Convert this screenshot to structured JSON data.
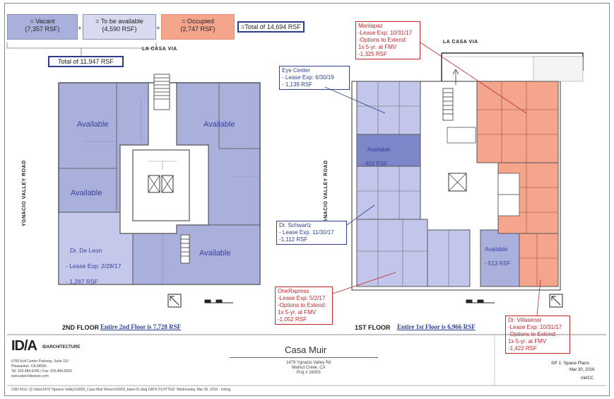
{
  "legend": {
    "vacant": {
      "line1": "= Vacant",
      "line2": "(7,357 RSF)",
      "color": "#aab0dc"
    },
    "to_be_available": {
      "line1": "= To be available",
      "line2": "(4,590 RSF)",
      "color": "#d8dbf0"
    },
    "occupied": {
      "line1": "= Occupied",
      "line2": "(2,747 RSF)",
      "color": "#f4a58c"
    },
    "plus1": "+",
    "plus2": "+",
    "equals_total": "=Total of 14,694 RSF",
    "subtotal": "Total of 11,947 RSF"
  },
  "streets": {
    "top_left": "LA CASA VIA",
    "top_right": "LA CASA VIA",
    "side_left": "YGNACIO VALLEY ROAD",
    "side_right": "YGNACIO VALLEY ROAD"
  },
  "second_floor": {
    "labels": {
      "available_1": "Available",
      "available_2": "Available",
      "available_3": "Available",
      "available_4": "Available"
    },
    "tenant": {
      "name": "Dr. De Leon",
      "lease": "- Lease Exp: 2/28/17",
      "rsf": "- 1,287 RSF"
    },
    "title": "2ND FLOOR",
    "subtitle": "Entire 2nd Floor is 7,728 RSF"
  },
  "first_floor": {
    "available_small": {
      "name": "Available",
      "rsf": "- 403 RSF"
    },
    "available_right": {
      "name": "Available",
      "rsf": "- 513 RSF"
    },
    "callouts": {
      "eye_center": "Eye Center\n- Lease Exp: 6/30/19\n- 1,139 RSF",
      "schwartz": "Dr. Schwartz\n- Lease Exp. 11/30/17\n-1,112 RSF",
      "manlapaz": "Manlapaz\n-Lease Exp: 10/31/17\n-Options to Extend:\n1x 5-yr. at FMV\n-1,325 RSF",
      "onerxpress": "OneRxpress\n-Lease Exp: 5/2/17\n-Options to Extend:\n1x 5-yr. at FMV\n-1,052 RSF",
      "villasenor": "Dr. Villasenor\n-Lease Exp: 10/31/17\n-Options to Extend:\n1x 5-yr. at FMV\n-1,422 RSF"
    },
    "title": "1ST FLOOR",
    "subtitle": "Entire 1st Floor is 6,966 RSF"
  },
  "title_block": {
    "logo": "ID/A",
    "firm": "IDARCHITECTURE",
    "address": "6700 Koll Center Parkway, Suite 110\nPleasanton, CA 94566\nTel: 925.484.6345 / Fax: 925.484.6556\nwww.idarchitecture.com",
    "project": "Casa Muir",
    "project_address": "1479 Ygnacio Valley Rd\nWalnut Creek, CA\nProj # 16003",
    "sheet": "SP 1: Space Plans",
    "date": "Mar 30, 2016",
    "initials": "mil/CC",
    "footer": "CAD FILE: Q:\\Jobs\\1479 Ygnacio Valley\\16003_Casa Muir Renov\\16003_base-01.dwg          DATE PLOTTED: Wednesday, Mar 30, 2016 - mlong"
  },
  "colors": {
    "vacant": "#aab0dc",
    "to_be_available": "#d8dbf0",
    "occupied": "#f4a58c",
    "callout_red": "#c0282e",
    "callout_blue": "#2e3f8f"
  }
}
